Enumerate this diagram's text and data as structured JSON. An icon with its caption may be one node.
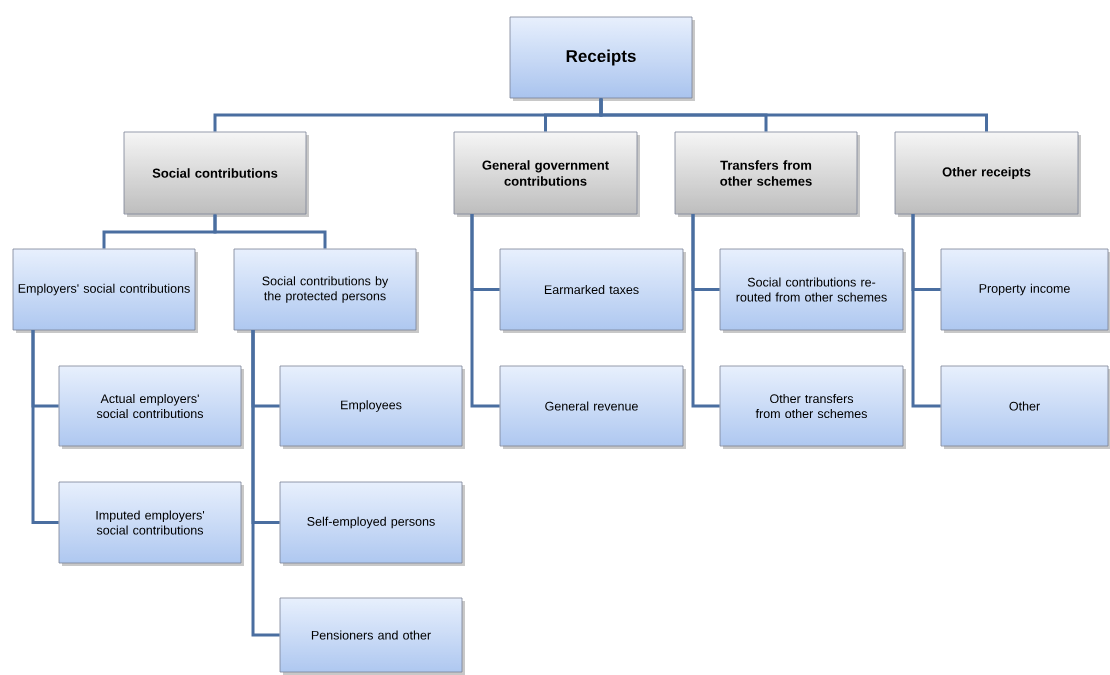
{
  "diagram": {
    "nodes": [
      {
        "text": [
          "Receipts"
        ]
      },
      {
        "text": [
          "Social contributions"
        ]
      },
      {
        "text": [
          "General government contributions"
        ]
      },
      {
        "text": [
          "Transfers from other schemes"
        ]
      },
      {
        "text": [
          "Other receipts"
        ]
      },
      {
        "text": [
          "Employers' social contributions"
        ]
      },
      {
        "text": [
          "Social contributions by the protected persons"
        ]
      },
      {
        "text": [
          "Actual employers' social contributions"
        ]
      },
      {
        "text": [
          "Imputed employers' social contributions"
        ]
      },
      {
        "text": [
          "Employees"
        ]
      },
      {
        "text": [
          "Self-employed persons"
        ]
      },
      {
        "text": [
          "Pensioners and other"
        ]
      },
      {
        "text": [
          "Earmarked taxes"
        ]
      },
      {
        "text": [
          "General revenue"
        ]
      },
      {
        "text": [
          "Social contributions re-routed from other schemes"
        ]
      },
      {
        "text": [
          "Other transfers from other schemes"
        ]
      },
      {
        "text": [
          "Property income"
        ]
      },
      {
        "text": [
          "Other"
        ]
      }
    ],
    "edges": [
      {
        "from": 0,
        "to": 1,
        "arrow": "none"
      },
      {
        "from": 0,
        "to": 2,
        "arrow": "none"
      },
      {
        "from": 0,
        "to": 3,
        "arrow": "none"
      },
      {
        "from": 0,
        "to": 4,
        "arrow": "none"
      },
      {
        "from": 1,
        "to": 5,
        "arrow": "none"
      },
      {
        "from": 1,
        "to": 6,
        "arrow": "none"
      },
      {
        "from": 5,
        "to": 7,
        "arrow": "none"
      },
      {
        "from": 5,
        "to": 8,
        "arrow": "none"
      },
      {
        "from": 6,
        "to": 9,
        "arrow": "none"
      },
      {
        "from": 6,
        "to": 10,
        "arrow": "none"
      },
      {
        "from": 6,
        "to": 11,
        "arrow": "none"
      },
      {
        "from": 2,
        "to": 12,
        "arrow": "none"
      },
      {
        "from": 2,
        "to": 13,
        "arrow": "none"
      },
      {
        "from": 3,
        "to": 14,
        "arrow": "none"
      },
      {
        "from": 3,
        "to": 15,
        "arrow": "none"
      },
      {
        "from": 4,
        "to": 16,
        "arrow": "none"
      },
      {
        "from": 4,
        "to": 17,
        "arrow": "none"
      }
    ]
  }
}
